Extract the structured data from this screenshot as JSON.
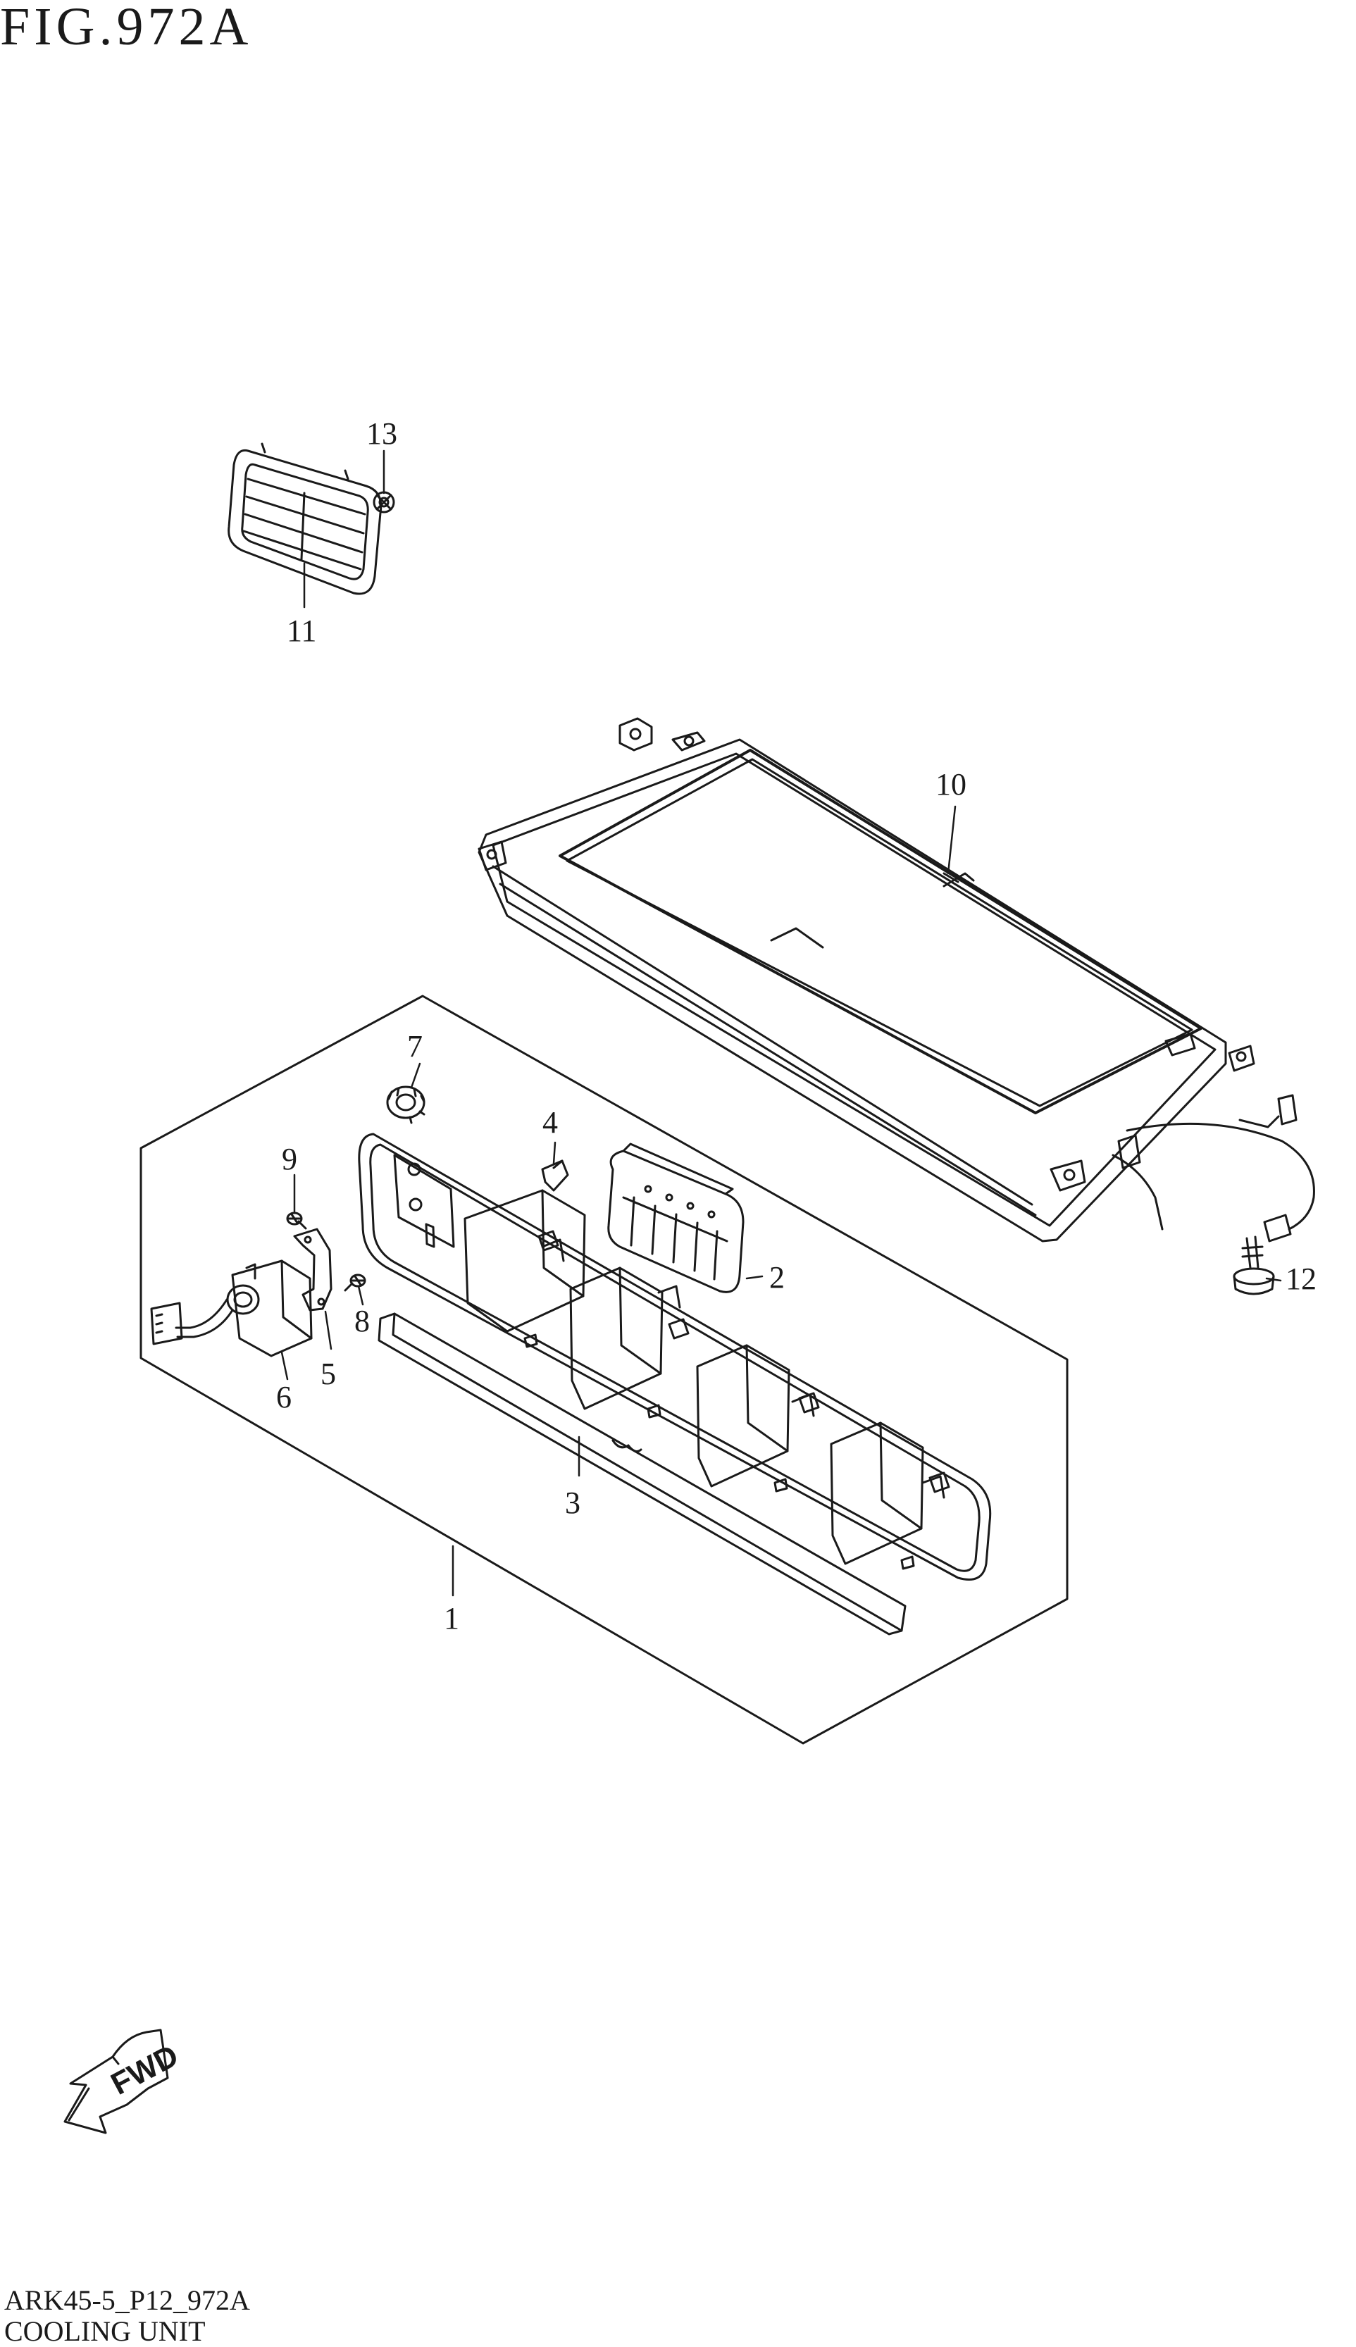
{
  "figure": {
    "title": "FIG.972A",
    "code": "ARK45-5_P12_972A",
    "caption": "COOLING UNIT",
    "direction_label": "FWD"
  },
  "callouts": [
    "1",
    "2",
    "3",
    "4",
    "5",
    "6",
    "7",
    "8",
    "9",
    "10",
    "11",
    "12",
    "13"
  ]
}
